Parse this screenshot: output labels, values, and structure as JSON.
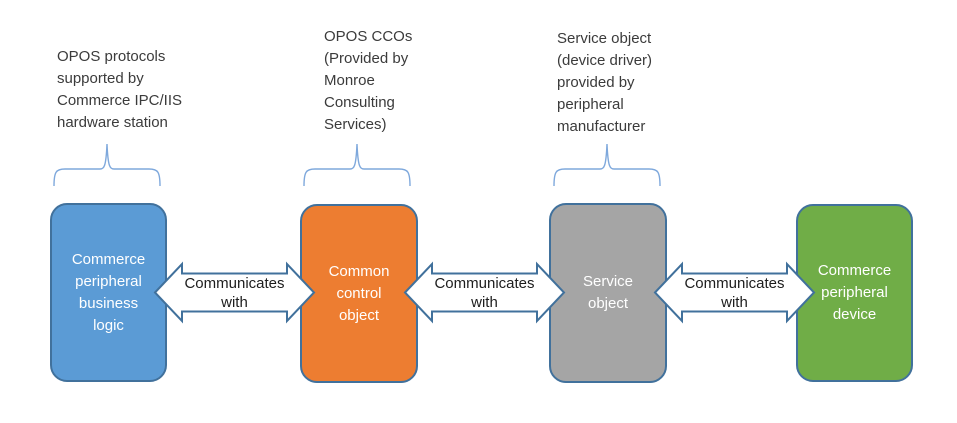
{
  "diagram": {
    "annotations": [
      {
        "id": "hardware-station-note",
        "text": "OPOS protocols\nsupported by\nCommerce IPC/IIS\nhardware station"
      },
      {
        "id": "opos-ccos-note",
        "text": "OPOS CCOs\n(Provided by\nMonroe\nConsulting\nServices)"
      },
      {
        "id": "service-object-note",
        "text": "Service object\n(device driver)\nprovided by\nperipheral\nmanufacturer"
      }
    ],
    "nodes": [
      {
        "id": "commerce-peripheral-business-logic",
        "label": "Commerce\nperipheral\nbusiness\nlogic",
        "fill": "#5B9BD5"
      },
      {
        "id": "common-control-object",
        "label": "Common\ncontrol\nobject",
        "fill": "#ED7D31"
      },
      {
        "id": "service-object",
        "label": "Service\nobject",
        "fill": "#A5A5A5"
      },
      {
        "id": "commerce-peripheral-device",
        "label": "Commerce\nperipheral\ndevice",
        "fill": "#70AD47"
      }
    ],
    "connectors": [
      {
        "id": "logic-to-cco",
        "label": "Communicates\nwith"
      },
      {
        "id": "cco-to-service-object",
        "label": "Communicates\nwith"
      },
      {
        "id": "service-object-to-device",
        "label": "Communicates\nwith"
      }
    ],
    "colors": {
      "node_border": "#41719C",
      "arrow_border": "#41719C",
      "arrow_fill": "#FFFFFF",
      "brace": "#7EA8DC",
      "annotation_text": "#3B3B3B",
      "node_text": "#FFFFFF",
      "arrow_text": "#1D1D1D"
    }
  }
}
